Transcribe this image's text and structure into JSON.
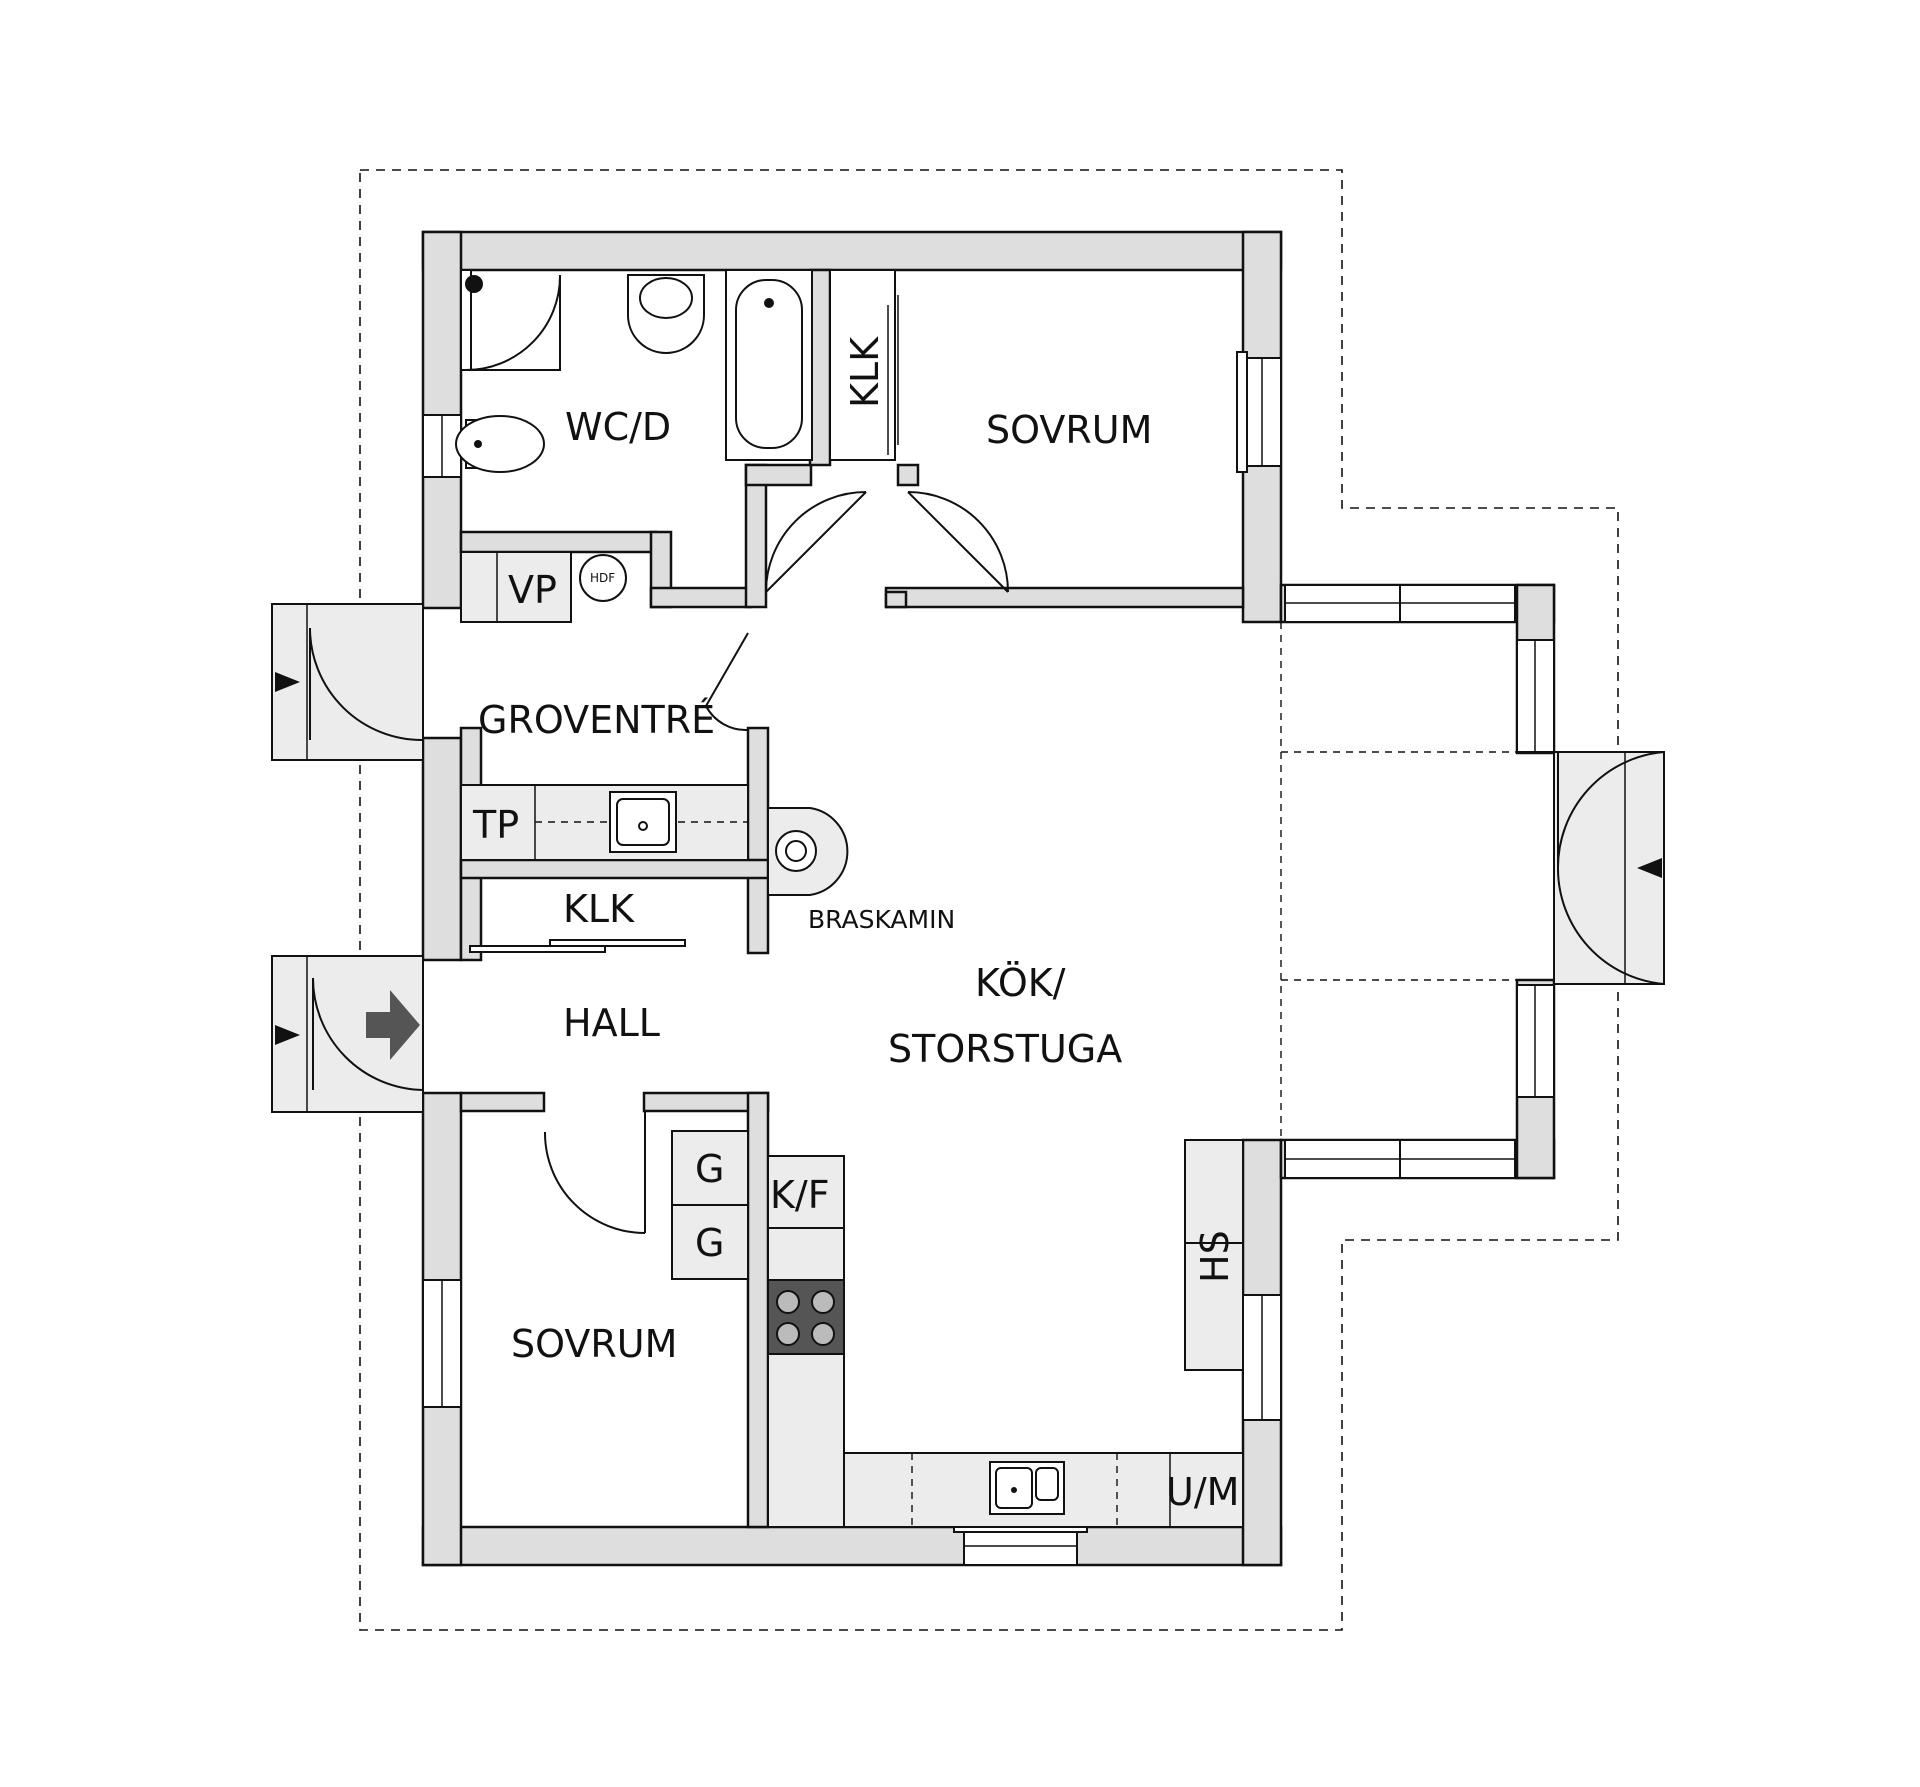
{
  "rooms": {
    "wc": "WC/D",
    "klk_top": "KLK",
    "sovrum_top": "SOVRUM",
    "vp": "VP",
    "hdf": "HDF",
    "groventre": "GROVENTRÉ",
    "tp": "TP",
    "klk_mid": "KLK",
    "braskamin": "BRASKAMIN",
    "kok_line1": "KÖK/",
    "kok_line2": "STORSTUGA",
    "hall": "HALL",
    "g1": "G",
    "g2": "G",
    "kf": "K/F",
    "sovrum_bottom": "SOVRUM",
    "hs": "HS",
    "um": "U/M"
  },
  "colors": {
    "wall_fill": "#dedede",
    "line": "#111111",
    "fixture_fill": "#ececec",
    "stove": "#555555",
    "arrow": "#555555"
  }
}
